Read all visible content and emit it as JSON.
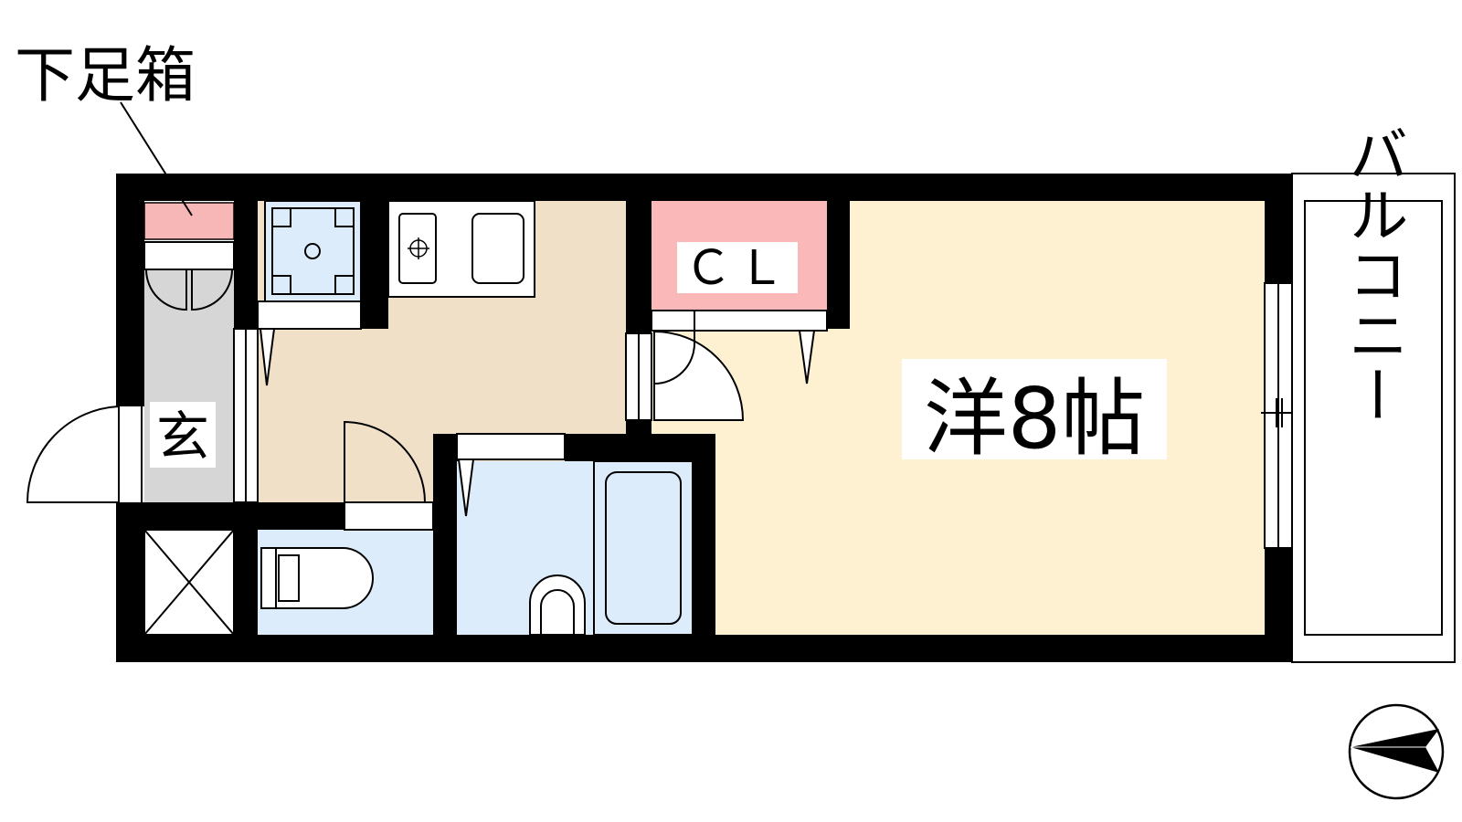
{
  "labels": {
    "shoe_box": "下足箱",
    "entrance": "玄",
    "closet": "ＣＬ",
    "western_room": "洋8帖",
    "balcony": "バルコニー"
  },
  "colors": {
    "wall": "#000000",
    "kitchen_floor": "#f0e0c8",
    "room_floor": "#fdf1d2",
    "wet_area": "#dcecfb",
    "entrance_floor": "#d6d6d6",
    "closet_fill": "#fbb8b8",
    "shoe_box_fill": "#f8b7b7"
  },
  "icons": {
    "compass": "north-arrow-icon",
    "stove": "gas-burner-icon",
    "toilet": "toilet-icon",
    "bathtub": "bathtub-icon",
    "sink": "washbasin-icon",
    "washing_machine": "washing-machine-pan-icon",
    "pipe_space": "pipe-shaft-icon"
  }
}
